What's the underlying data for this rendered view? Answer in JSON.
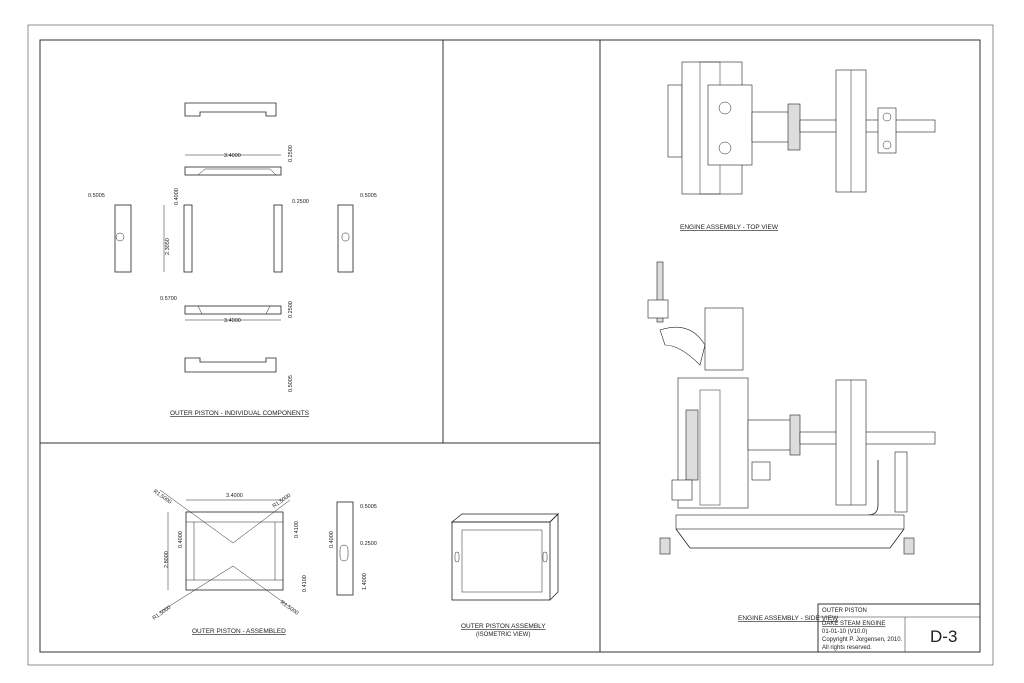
{
  "views": {
    "individual": {
      "caption": "OUTER PISTON - INDIVIDUAL COMPONENTS",
      "dims": [
        "3.4000",
        "0.2500",
        "0.5005",
        "0.4000",
        "2.3050",
        "0.2500",
        "0.5005",
        "0.5700",
        "0.2500",
        "3.4000",
        "0.5005"
      ]
    },
    "assembled": {
      "caption": "OUTER PISTON - ASSEMBLED",
      "dims": [
        "3.4000",
        "R1.5000",
        "R1.5000",
        "R1.5000",
        "R1.5000",
        "2.8000",
        "0.4000",
        "0.4100",
        "0.4100",
        "0.5005",
        "0.4000",
        "0.2500",
        "1.4000"
      ]
    },
    "isometric": {
      "caption": "OUTER PISTON ASSEMBLY",
      "subcaption": "(ISOMETRIC VIEW)"
    },
    "engine_top": {
      "caption": "ENGINE  ASSEMBLY - TOP  VIEW"
    },
    "engine_side": {
      "caption": "ENGINE  ASSEMBLY - SIDE  VIEW"
    }
  },
  "title_block": {
    "part": "OUTER PISTON",
    "project": "DAKE STEAM ENGINE",
    "version": "01-01-10  (V10.0)",
    "copyright": "Copyright P. Jorgensen, 2010.",
    "rights": "All rights reserved.",
    "sheet": "D-3"
  }
}
